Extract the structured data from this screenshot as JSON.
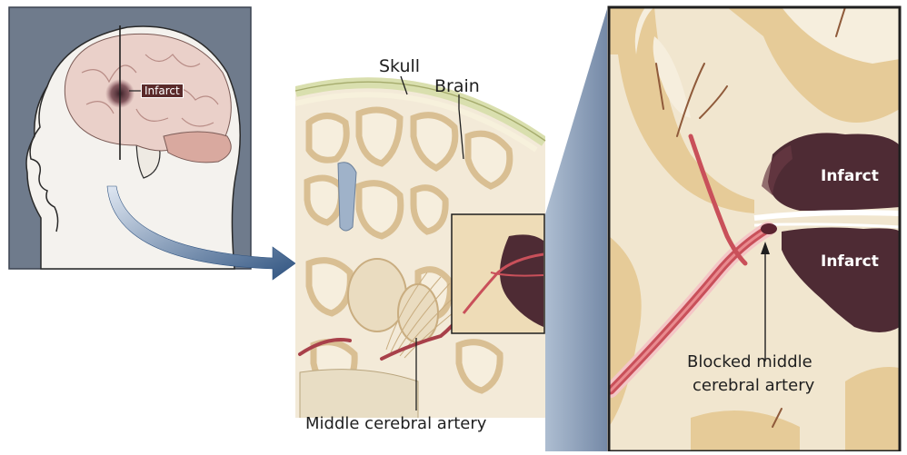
{
  "labels": {
    "head_infarct": "Infarct",
    "skull": "Skull",
    "brain": "Brain",
    "middle_cerebral_artery": "Middle cerebral artery",
    "infarct_upper": "Infarct",
    "infarct_lower": "Infarct",
    "blocked_line1": "Blocked middle",
    "blocked_line2": "cerebral artery"
  },
  "colors": {
    "head_panel_bg": "#6f7b8c",
    "infarct_dark": "#4e2b34",
    "artery_red": "#c9505a",
    "brain_tan": "#e8d3b0",
    "brain_light": "#f3ead8",
    "arrow_blue": "#4a6a90"
  }
}
